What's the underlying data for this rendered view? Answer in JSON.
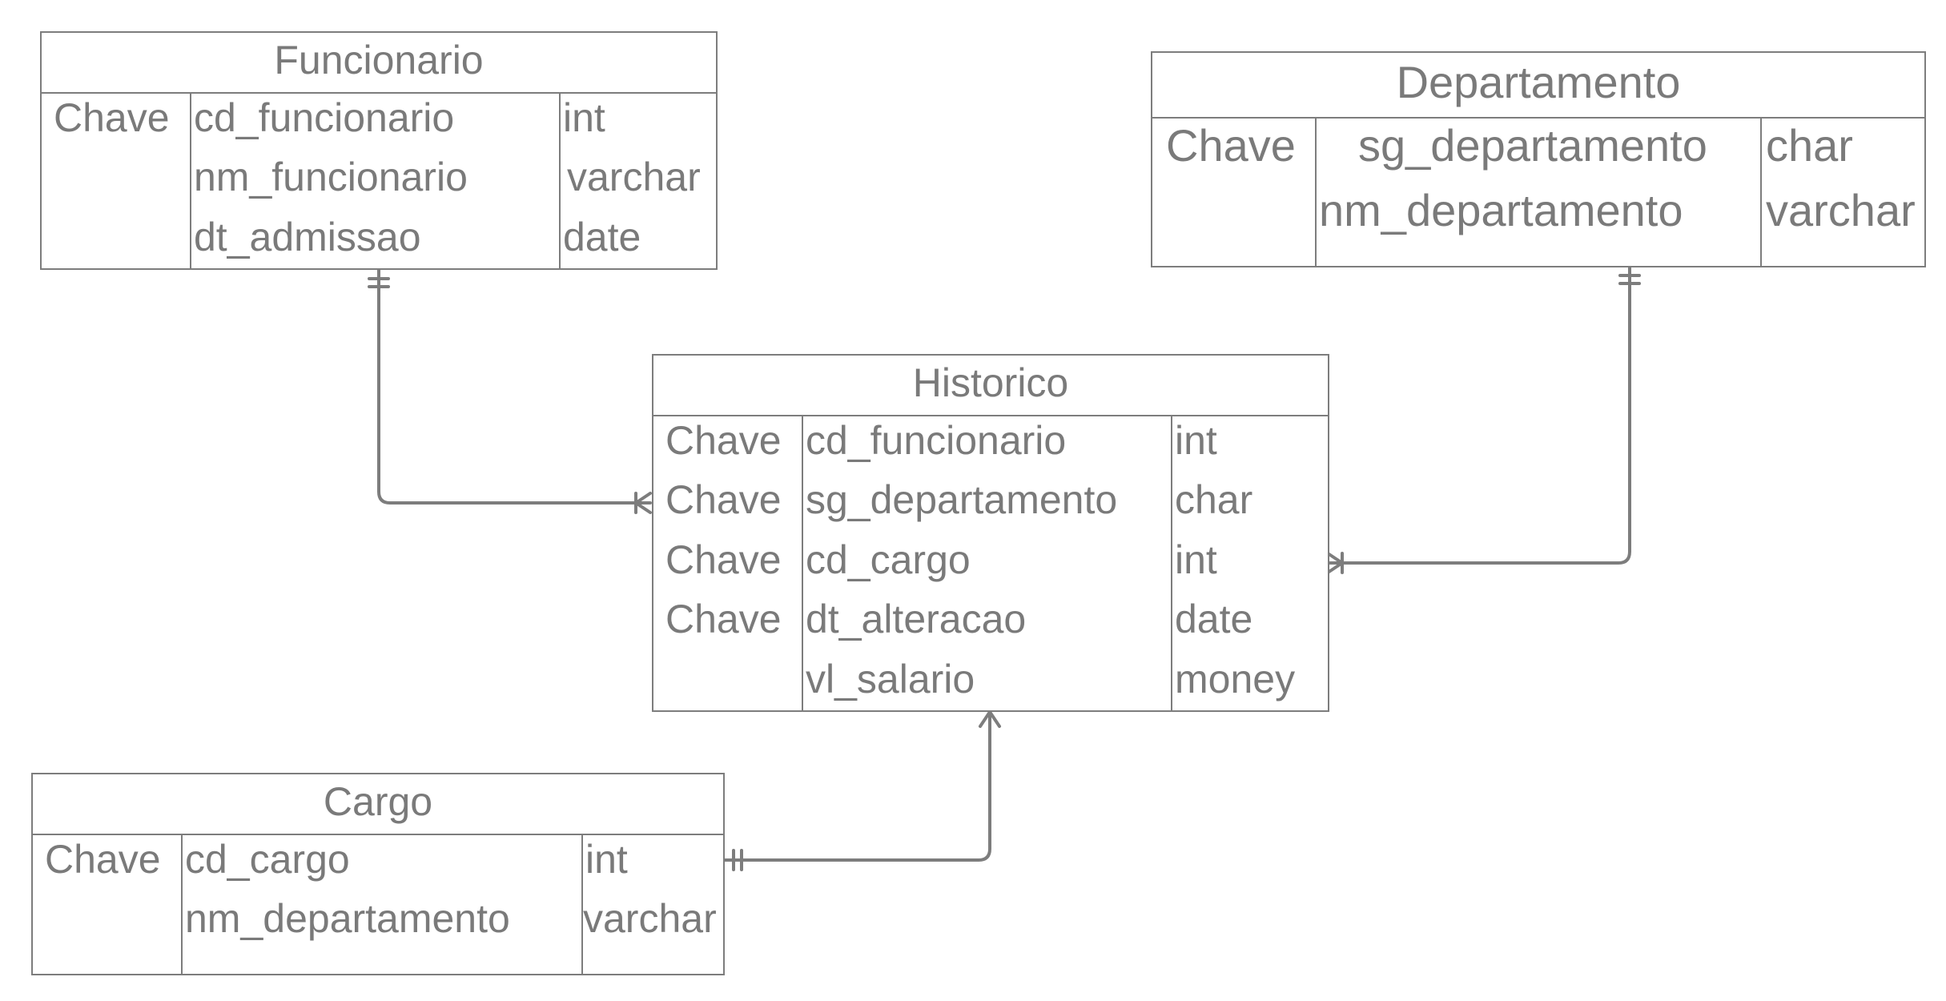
{
  "entities": {
    "funcionario": {
      "name": "Funcionario",
      "rows": [
        {
          "key": "Chave",
          "field": "cd_funcionario",
          "type": "int"
        },
        {
          "key": "",
          "field": "nm_funcionario",
          "type": "varchar"
        },
        {
          "key": "",
          "field": "dt_admissao",
          "type": "date"
        }
      ]
    },
    "departamento": {
      "name": "Departamento",
      "rows": [
        {
          "key": "Chave",
          "field": "sg_departamento",
          "type": "char"
        },
        {
          "key": "",
          "field": "nm_departamento",
          "type": "varchar"
        }
      ]
    },
    "historico": {
      "name": "Historico",
      "rows": [
        {
          "key": "Chave",
          "field": "cd_funcionario",
          "type": "int"
        },
        {
          "key": "Chave",
          "field": "sg_departamento",
          "type": "char"
        },
        {
          "key": "Chave",
          "field": "cd_cargo",
          "type": "int"
        },
        {
          "key": "Chave",
          "field": "dt_alteracao",
          "type": "date"
        },
        {
          "key": "",
          "field": "vl_salario",
          "type": "money"
        }
      ]
    },
    "cargo": {
      "name": "Cargo",
      "rows": [
        {
          "key": "Chave",
          "field": "cd_cargo",
          "type": "int"
        },
        {
          "key": "",
          "field": "nm_departamento",
          "type": "varchar"
        }
      ]
    }
  },
  "relationships": [
    {
      "from": "funcionario",
      "to": "historico",
      "from_cardinality": "one-and-only-one",
      "to_cardinality": "one-or-many"
    },
    {
      "from": "departamento",
      "to": "historico",
      "from_cardinality": "one-and-only-one",
      "to_cardinality": "one-or-many"
    },
    {
      "from": "cargo",
      "to": "historico",
      "from_cardinality": "one-and-only-one",
      "to_cardinality": "many"
    }
  ],
  "colors": {
    "line": "#7d7d7d",
    "text": "#7a7a7a"
  }
}
